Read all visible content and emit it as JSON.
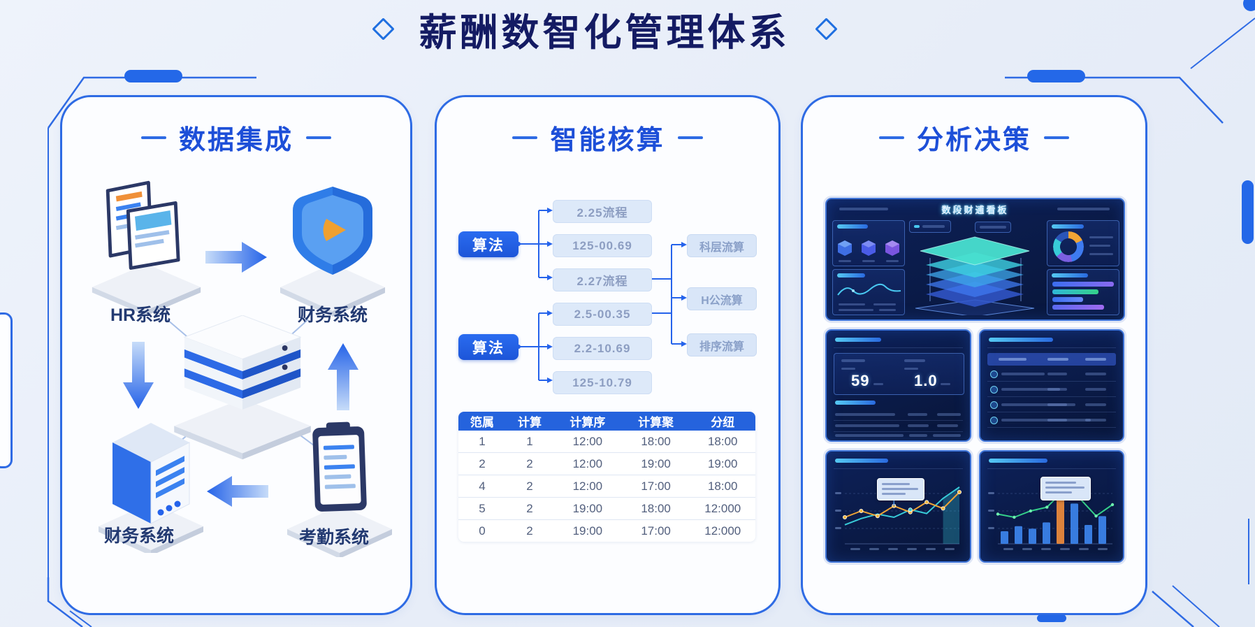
{
  "palette": {
    "accent": "#2468e8",
    "card_border": "#2e6be4",
    "title_color": "#141b63",
    "header_blue": "#1d4fd8",
    "dash_bg": "#0a1a46",
    "orange": "#f0a435",
    "teal": "#38cbd8",
    "green": "#35d08a",
    "bar_blue": "#3b82e8",
    "bar_orange": "#e8883c"
  },
  "title": {
    "text": "薪酬数智化管理体系",
    "diamond_icon": "diamond-outline"
  },
  "integration": {
    "header": "数据集成",
    "labels": {
      "top_left": "HR系统",
      "top_right": "财务系统",
      "bottom_left": "财务系统",
      "bottom_right": "考勤系统"
    },
    "icons": [
      "documents-icon",
      "shield-icon",
      "database-icon",
      "server-icon",
      "clipboard-icon"
    ],
    "arrows": [
      "arrow-right",
      "arrow-down",
      "arrow-up",
      "arrow-left"
    ]
  },
  "accounting": {
    "header": "智能核算",
    "algo1": "算法",
    "algo2": "算法",
    "l2": [
      "2.25流程",
      "125-00.69",
      "2.27流程",
      "2.5-00.35",
      "2.2-10.69",
      "125-10.79"
    ],
    "l3": [
      "科层流算",
      "H公流算",
      "排序流算"
    ],
    "table": {
      "headers": [
        "笵属",
        "计算",
        "计算序",
        "计算聚",
        "分纽"
      ],
      "rows": [
        [
          "1",
          "1",
          "12:00",
          "18:00",
          "18:00"
        ],
        [
          "2",
          "2",
          "12:00",
          "19:00",
          "19:00"
        ],
        [
          "4",
          "2",
          "12:00",
          "17:00",
          "18:00"
        ],
        [
          "5",
          "2",
          "19:00",
          "18:00",
          "12:000"
        ],
        [
          "0",
          "2",
          "19:00",
          "17:00",
          "12:000"
        ]
      ]
    }
  },
  "analysis": {
    "header": "分析决策",
    "main_dashboard": {
      "title": "数段财逋看板"
    },
    "kpi": {
      "value1": "59",
      "value2": "1.0"
    },
    "charts": {
      "line": {
        "orange": [
          60,
          50,
          58,
          42,
          52,
          36,
          46,
          20
        ],
        "teal": [
          72,
          62,
          55,
          60,
          48,
          54,
          30,
          12
        ]
      },
      "bar": {
        "values": [
          20,
          28,
          24,
          34,
          78,
          64,
          30,
          44
        ],
        "highlight_index": 4,
        "line": [
          55,
          60,
          50,
          44,
          18,
          30,
          58,
          40
        ]
      }
    }
  }
}
